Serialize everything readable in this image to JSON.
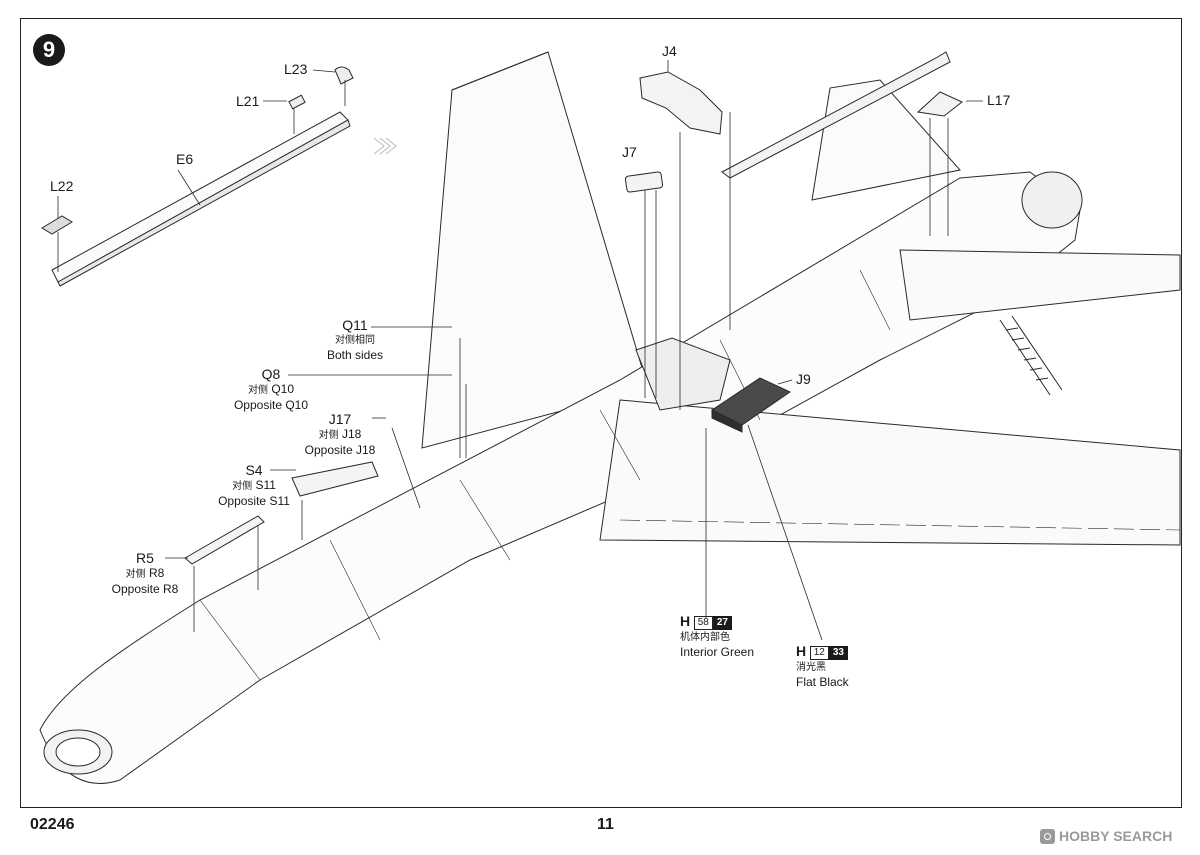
{
  "step": {
    "number": "9"
  },
  "parts": {
    "L23": "L23",
    "L21": "L21",
    "E6": "E6",
    "L22": "L22",
    "J4": "J4",
    "J7": "J7",
    "L17": "L17",
    "Q11": {
      "code": "Q11",
      "cn": "对侧相同",
      "en": "Both sides"
    },
    "Q8": {
      "code": "Q8",
      "cn": "对侧",
      "alt": "Q10",
      "en": "Opposite Q10"
    },
    "J17": {
      "code": "J17",
      "cn": "对侧",
      "alt": "J18",
      "en": "Opposite J18"
    },
    "S4": {
      "code": "S4",
      "cn": "对侧",
      "alt": "S11",
      "en": "Opposite S11"
    },
    "R5": {
      "code": "R5",
      "cn": "对侧",
      "alt": "R8",
      "en": "Opposite R8"
    },
    "J9": "J9"
  },
  "paints": [
    {
      "brand": "H",
      "code_a": "58",
      "code_b": "27",
      "cn": "机体内部色",
      "en": "Interior Green"
    },
    {
      "brand": "H",
      "code_a": "12",
      "code_b": "33",
      "cn": "消光黑",
      "en": "Flat Black"
    }
  ],
  "footer": {
    "kit_code": "02246",
    "page": "11"
  },
  "watermark": {
    "text": "HOBBY SEARCH",
    "icon": "hobby-search-logo-icon"
  }
}
